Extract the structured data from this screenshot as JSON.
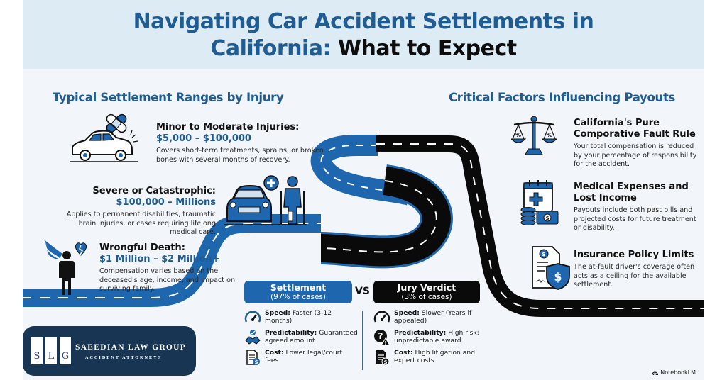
{
  "title": {
    "line1": "Navigating Car Accident Settlements in",
    "line2_blue": "California:",
    "line2_dark": "What to Expect"
  },
  "colors": {
    "brand_blue": "#1f5c93",
    "road_blue": "#1e66ad",
    "road_black": "#0a0a0a",
    "header_band": "#dcebf4",
    "logo_navy": "#183653"
  },
  "left_section": {
    "heading": "Typical Settlement Ranges by Injury",
    "items": [
      {
        "icon": "damaged-car-bandage-icon",
        "title": "Minor to Moderate Injuries:",
        "range": "$5,000 – $100,000",
        "desc": "Covers short-term treatments, sprains, or broken bones with several months of recovery."
      },
      {
        "icon": "crashed-car-crutches-icon",
        "title": "Severe or Catastrophic:",
        "range": "$100,000 – Millions",
        "desc": "Applies to permanent disabilities, traumatic brain injuries, or cases requiring lifelong medical care."
      },
      {
        "icon": "winged-person-broken-heart-icon",
        "title": "Wrongful Death:",
        "range": "$1 Million – $2 Million+",
        "desc": "Compensation varies based on the deceased's age, income, and impact on surviving family."
      }
    ]
  },
  "right_section": {
    "heading": "Critical Factors Influencing Payouts",
    "items": [
      {
        "icon": "scales-percent-icon",
        "title": "California's Pure Comporative Fault Rule",
        "desc": "Your total compensation is reduced by your percentage of responsibility for the accident."
      },
      {
        "icon": "calendar-medical-money-icon",
        "title": "Medical Expenses and Lost Income",
        "desc": "Payouts include both past bills and projected costs for future treatment or disability."
      },
      {
        "icon": "policy-shield-dollar-icon",
        "title": "Insurance Policy Limits",
        "desc": "The at-fault driver's coverage often acts as a ceiling for the available settlement."
      }
    ]
  },
  "comparison": {
    "vs_label": "VS",
    "settlement": {
      "title": "Settlement",
      "subtitle": "(97% of cases)",
      "share_percent": 97,
      "rows": [
        {
          "icon": "speedometer-icon",
          "label": "Speed:",
          "text": "Faster (3-12 months)"
        },
        {
          "icon": "handshake-icon",
          "label": "Predictability:",
          "text": "Guaranteed agreed amount"
        },
        {
          "icon": "document-dollar-icon",
          "label": "Cost:",
          "text": "Lower legal/court fees"
        }
      ]
    },
    "jury": {
      "title": "Jury Verdict",
      "subtitle": "(3% of cases)",
      "share_percent": 3,
      "rows": [
        {
          "icon": "speedometer-icon",
          "label": "Speed:",
          "text": "Slower (Years if appealed)"
        },
        {
          "icon": "question-warning-icon",
          "label": "Predictability:",
          "text": "High risk; unpredictable award"
        },
        {
          "icon": "document-dollar-icon",
          "label": "Cost:",
          "text": "High litigation and expert costs"
        }
      ]
    }
  },
  "logo": {
    "letters": [
      "S",
      "L",
      "G"
    ],
    "name": "SAEEDIAN LAW GROUP",
    "tagline": "ACCIDENT ATTORNEYS"
  },
  "watermark": {
    "text": "NotebookLM"
  }
}
